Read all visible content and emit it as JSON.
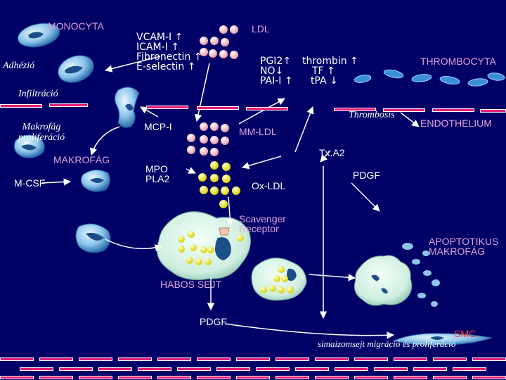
{
  "labels": {
    "monocyta": "MONOCYTA",
    "adhezio": "Adhézió",
    "infiltracio": "Infiltráció",
    "makrofag_prolif_1": "Makrofág",
    "makrofag_prolif_2": "proliferáció",
    "makrofag": "MAKROFÁG",
    "mcsf": "M-CSF",
    "vcam": "VCAM-I ↑",
    "icam": "ICAM-I ↑",
    "fibronectin": "Fibronectin ↑",
    "eselectin": "E-selectin ↑",
    "ldl": "LDL",
    "pgi2": "PGI2↑",
    "no": "NO↓",
    "pai": "PAI-I ↑",
    "thrombin": "thrombin ↑",
    "tf": "TF ↑",
    "tpa": "tPA ↓",
    "thrombocyta": "THROMBOCYTA",
    "thrombosis": "Thrombosis",
    "endothelium": "ENDOTHELIUM",
    "mcp": "MCP-I",
    "mmldl": "MM-LDL",
    "txa2": "Tx.A2",
    "mpo": "MPO",
    "pla2": "PLA2",
    "oxldl": "Ox-LDL",
    "pdgf_right": "PDGF",
    "scavenger_1": "Scavenger",
    "scavenger_2": "Receptor",
    "apoptotikus_1": "APOPTOTIKUS",
    "apoptotikus_2": "MAKROFÁG",
    "habos": "HABOS SEJT",
    "pdgf_bottom": "PDGF",
    "smc": "SMC",
    "simaizom": "simaizomsejt migráció és proliferáció"
  },
  "colors": {
    "background": "#000066",
    "endothelium": "#e81d7a",
    "ldl_particle": "#ffc8d0",
    "oxldl_particle": "#ffff33",
    "cell_body": "#2a7fc0",
    "cell_light": "#cfe8ff",
    "foam_cell": "#d8f0e8"
  }
}
